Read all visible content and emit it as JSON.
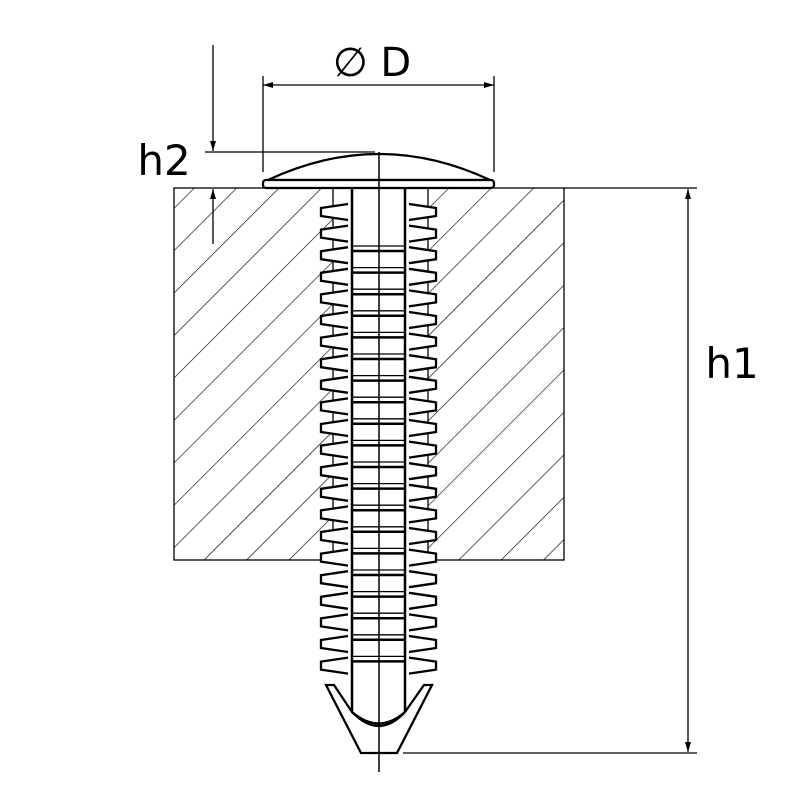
{
  "labels": {
    "diameter": "∅ D",
    "head_height": "h2",
    "total_height": "h1"
  },
  "colors": {
    "line": "#000000",
    "background": "#ffffff"
  }
}
